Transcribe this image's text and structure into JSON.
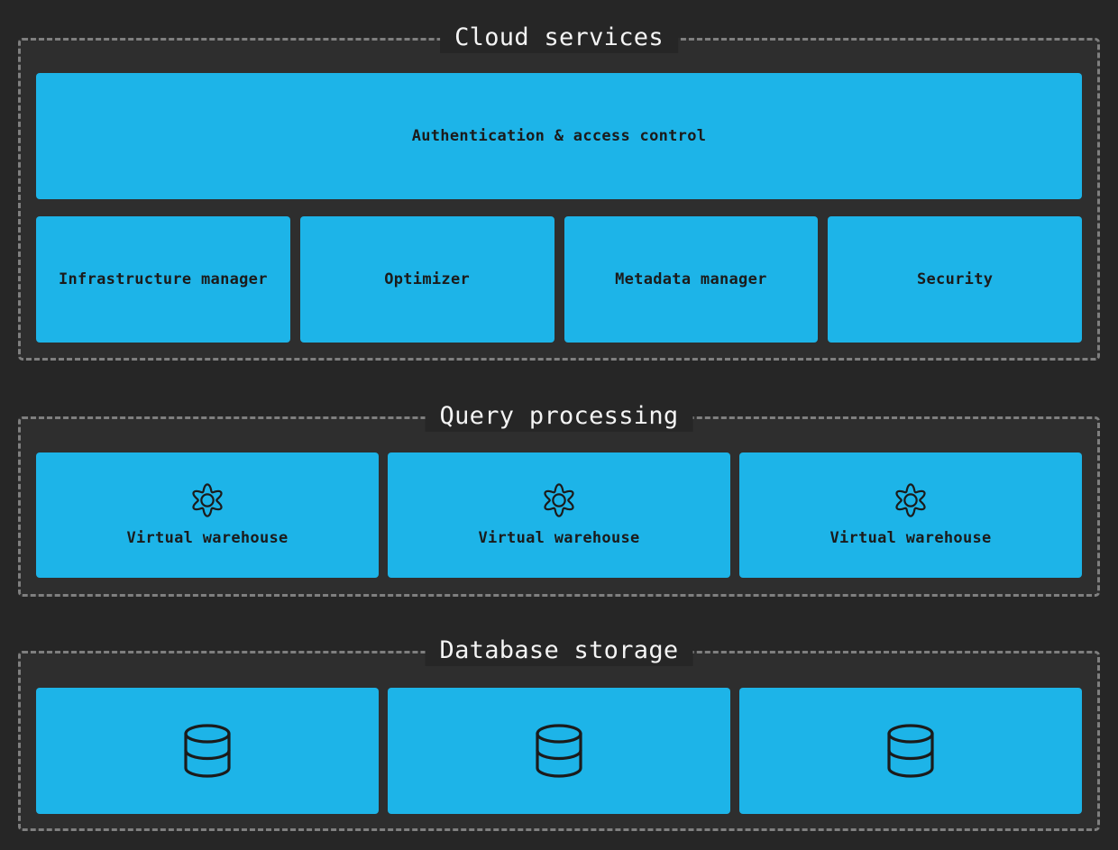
{
  "diagram": {
    "sections": [
      {
        "title": "Cloud services",
        "rows": [
          {
            "boxes": [
              {
                "label": "Authentication & access control"
              }
            ]
          },
          {
            "boxes": [
              {
                "label": "Infrastructure manager"
              },
              {
                "label": "Optimizer"
              },
              {
                "label": "Metadata manager"
              },
              {
                "label": "Security"
              }
            ]
          }
        ]
      },
      {
        "title": "Query processing",
        "rows": [
          {
            "boxes": [
              {
                "icon": "gear",
                "label": "Virtual warehouse"
              },
              {
                "icon": "gear",
                "label": "Virtual warehouse"
              },
              {
                "icon": "gear",
                "label": "Virtual warehouse"
              }
            ]
          }
        ]
      },
      {
        "title": "Database storage",
        "rows": [
          {
            "boxes": [
              {
                "icon": "database"
              },
              {
                "icon": "database"
              },
              {
                "icon": "database"
              }
            ]
          }
        ]
      }
    ]
  },
  "colors": {
    "page_background": "#262626",
    "section_background": "#2e2e2e",
    "section_border": "#7f7f7f",
    "title_text": "#f4f4f4",
    "box_fill": "#1db4e8",
    "box_text": "#1b1b1b",
    "icon_stroke": "#1b1b1b"
  }
}
